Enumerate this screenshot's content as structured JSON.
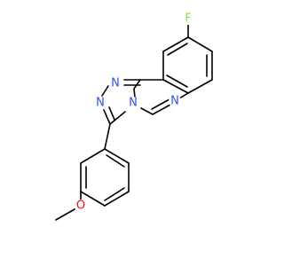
{
  "molecule": {
    "atoms": {
      "fluorine": {
        "symbol": "F",
        "color": "#90e050"
      },
      "nitrogen_1": {
        "symbol": "N",
        "color": "#3050f8"
      },
      "nitrogen_2": {
        "symbol": "N",
        "color": "#3050f8"
      },
      "nitrogen_3": {
        "symbol": "N",
        "color": "#3050f8"
      },
      "nitrogen_4": {
        "symbol": "N",
        "color": "#3050f8"
      },
      "oxygen": {
        "symbol": "O",
        "color": "#ff0d0d"
      }
    },
    "bond_color": "#000000"
  }
}
